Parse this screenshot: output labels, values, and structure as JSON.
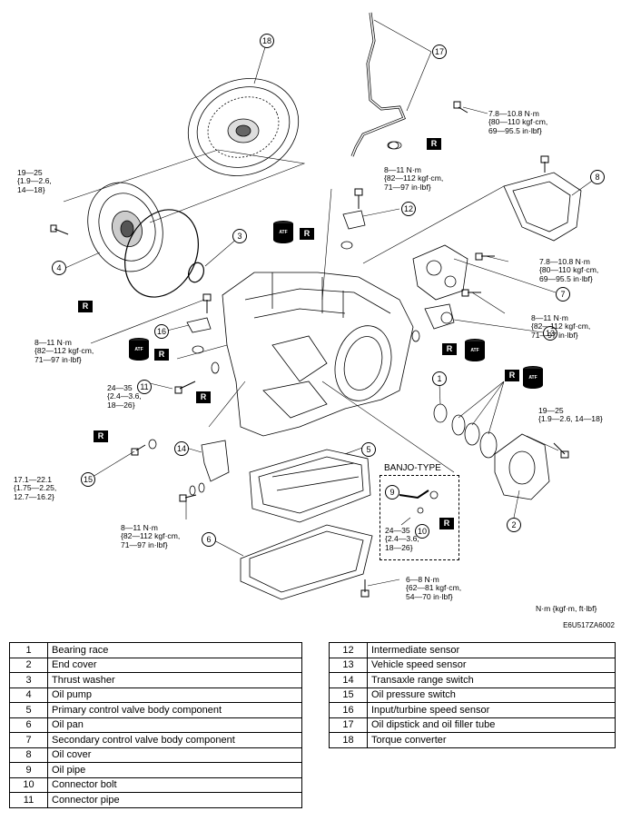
{
  "diagram": {
    "units_note": "N·m {kgf·m, ft·lbf}",
    "image_code": "E6U517ZA6002",
    "replace_mark": "R",
    "atf_mark": "ATF",
    "banjo_title": "BANJO-TYPE",
    "callouts": [
      "1",
      "2",
      "3",
      "4",
      "5",
      "6",
      "7",
      "8",
      "9",
      "10",
      "11",
      "12",
      "13",
      "14",
      "15",
      "16",
      "17",
      "18"
    ],
    "torques": {
      "t_17": "7.8—10.8 N·m\n{80—110 kgf·cm,\n69—95.5 in·lbf}",
      "t_12": "8—11 N·m\n{82—112 kgf·cm,\n71—97 in·lbf}",
      "t_4": "19—25\n{1.9—2.6,\n14—18}",
      "t_7": "7.8—10.8 N·m\n{80—110 kgf·cm,\n69—95.5 in·lbf}",
      "t_13": "8—11 N·m\n{82—112 kgf·cm,\n71—97 in·lbf}",
      "t_16": "8—11 N·m\n{82—112 kgf·cm,\n71—97 in·lbf}",
      "t_11": "24—35\n{2.4—3.6,\n18—26}",
      "t_2": "19—25\n{1.9—2.6, 14—18}",
      "t_15": "17.1—22.1\n{1.75—2.25,\n12.7—16.2}",
      "t_14": "8—11 N·m\n{82—112 kgf·cm,\n71—97 in·lbf}",
      "t_10": "24—35\n{2.4—3.6,\n18—26}",
      "t_6": "6—8 N·m\n{62—81 kgf·cm,\n54—70 in·lbf}"
    }
  },
  "parts_left": [
    {
      "no": "1",
      "name": "Bearing race"
    },
    {
      "no": "2",
      "name": "End cover"
    },
    {
      "no": "3",
      "name": "Thrust washer"
    },
    {
      "no": "4",
      "name": "Oil pump"
    },
    {
      "no": "5",
      "name": "Primary control valve body component"
    },
    {
      "no": "6",
      "name": "Oil pan"
    },
    {
      "no": "7",
      "name": "Secondary control valve body component"
    },
    {
      "no": "8",
      "name": "Oil cover"
    },
    {
      "no": "9",
      "name": "Oil pipe"
    },
    {
      "no": "10",
      "name": "Connector bolt"
    },
    {
      "no": "11",
      "name": "Connector pipe"
    }
  ],
  "parts_right": [
    {
      "no": "12",
      "name": "Intermediate sensor"
    },
    {
      "no": "13",
      "name": "Vehicle speed sensor"
    },
    {
      "no": "14",
      "name": "Transaxle range switch"
    },
    {
      "no": "15",
      "name": "Oil pressure switch"
    },
    {
      "no": "16",
      "name": "Input/turbine speed sensor"
    },
    {
      "no": "17",
      "name": "Oil dipstick and oil filler tube"
    },
    {
      "no": "18",
      "name": "Torque converter"
    }
  ]
}
